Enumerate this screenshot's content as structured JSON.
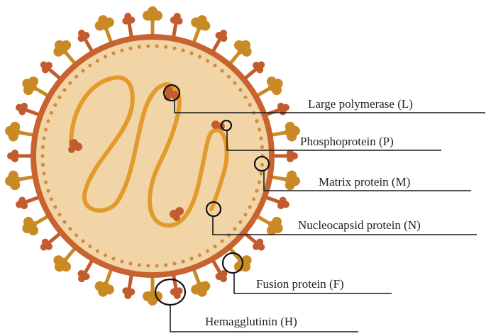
{
  "diagram": {
    "labels": {
      "large_polymerase": "Large polymerase (L)",
      "phosphoprotein": "Phosphoprotein (P)",
      "matrix": "Matrix protein (M)",
      "nucleocapsid": "Nucleocapsid protein (N)",
      "fusion": "Fusion protein (F)",
      "hemagglutinin": "Hemagglutinin (H)"
    }
  },
  "colors": {
    "envelope": "#c8622f",
    "interior": "#f1d5a6",
    "matrix_dots": "#d48a43",
    "rna_strand": "#e39a2c",
    "spike_h": "#c98a26",
    "spike_f": "#c25c2e"
  }
}
